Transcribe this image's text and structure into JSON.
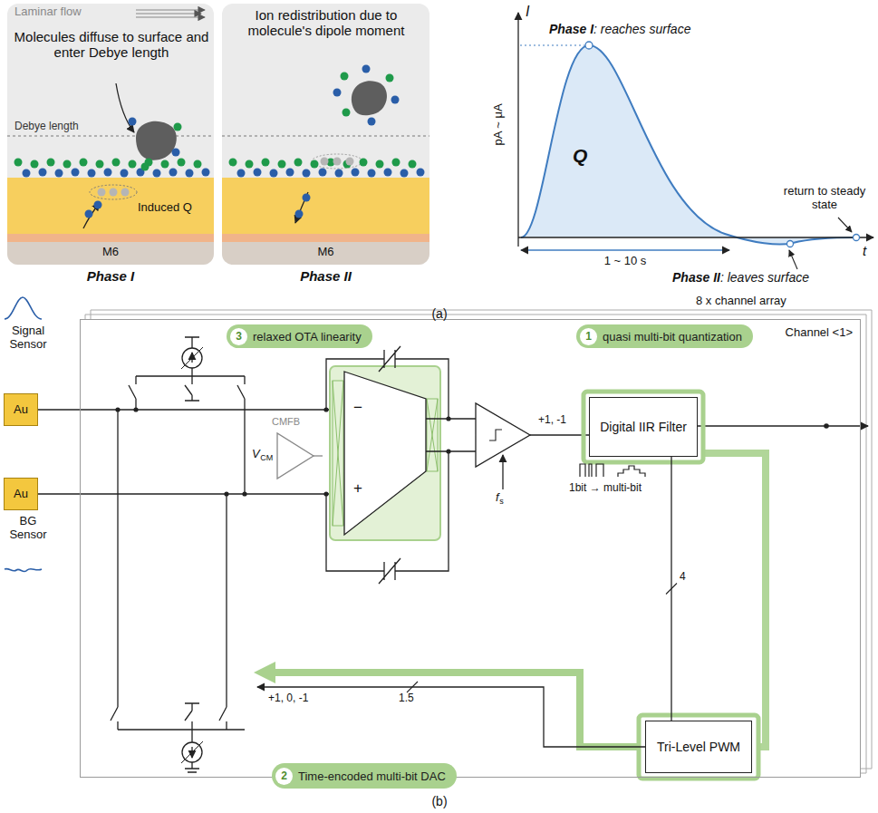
{
  "diagram": {
    "nodes": [
      {
        "text": [
          "Phase I"
        ]
      },
      {
        "text": [
          "Phase II"
        ]
      },
      {
        "text": [
          "Channel <1>"
        ]
      },
      {
        "text": [
          "Au"
        ]
      },
      {
        "text": [
          "Au"
        ]
      },
      {
        "text": [
          "3",
          "relaxed OTA linearity"
        ],
        "in": 2
      },
      {
        "text": [
          "1",
          "quasi multi-bit quantization"
        ],
        "in": 2
      },
      {
        "text": [
          "Digital IIR Filter"
        ],
        "in": 2
      },
      {
        "text": [
          "Tri-Level PWM"
        ],
        "in": 2
      },
      {
        "text": [
          "2",
          "Time-encoded multi-bit DAC"
        ],
        "in": 2
      }
    ],
    "edges": [
      {
        "from": 7,
        "to": 8,
        "arrow": "none",
        "label": "4"
      }
    ],
    "labels": [
      "Laminar flow",
      "Molecules diffuse to surface and enter Debye length",
      "Debye length",
      "Induced Q",
      "M6",
      "Ion redistribution due to molecule's dipole moment",
      "M6",
      "I",
      "Phase I",
      ": reaches surface",
      "pA ~ μA",
      "Q",
      "return to steady state",
      "1 ~ 10 s",
      "t",
      "Phase II",
      ": leaves surface",
      "(a)",
      "8 x channel array",
      "Signal Sensor",
      "BG Sensor",
      "CMFB",
      "V",
      "CM",
      "−",
      "+",
      "+1, -1",
      "f",
      "s",
      "1bit → multi-bit",
      "+1, 0, -1",
      "1.5",
      "(b)"
    ]
  }
}
